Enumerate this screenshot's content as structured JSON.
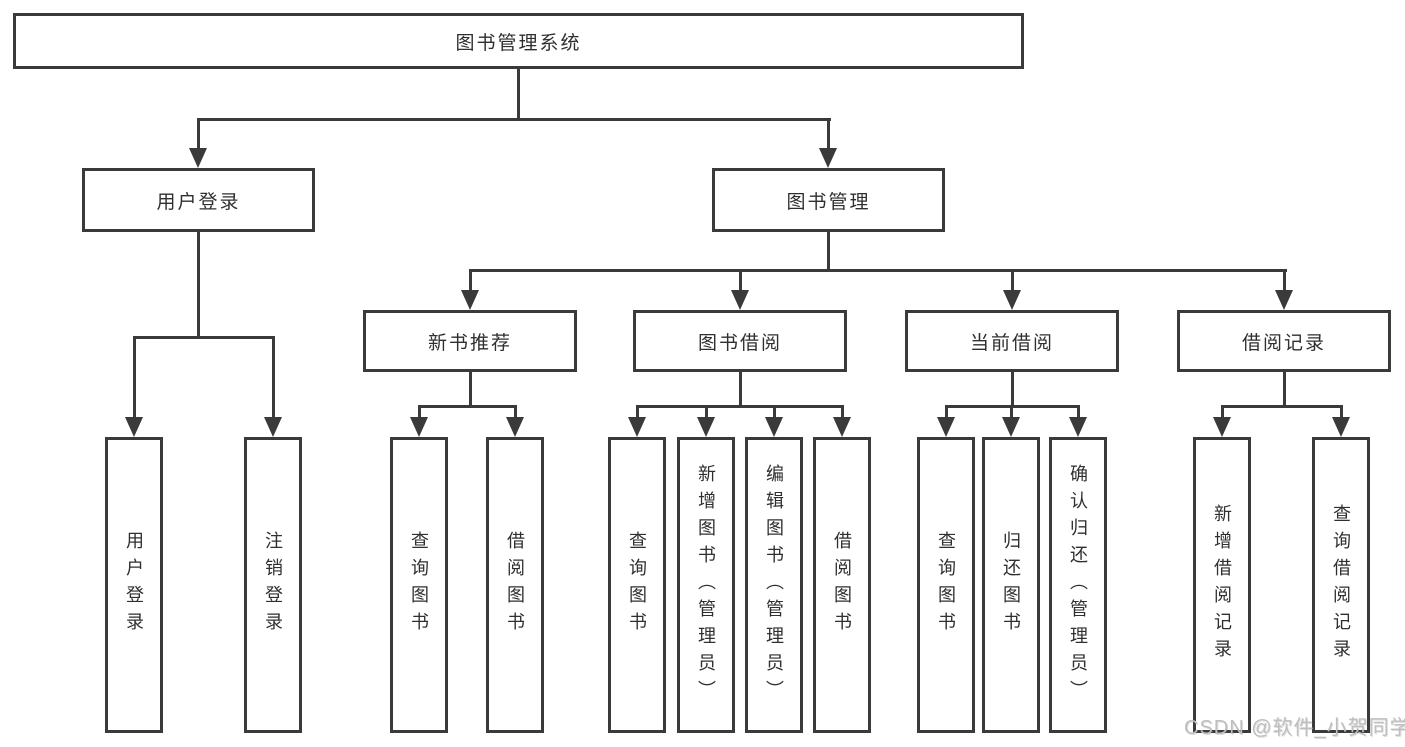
{
  "colors": {
    "line": "#3a3a3a",
    "text": "#2f2f2f",
    "box_background": "#ffffff",
    "watermark": "#bfbfbf"
  },
  "watermark": {
    "text": "CSDN @软件_小贺同学"
  },
  "tree": {
    "root": {
      "label": "图书管理系统"
    },
    "branches": [
      {
        "label": "用户登录",
        "children": [
          {
            "label": "用户登录"
          },
          {
            "label": "注销登录"
          }
        ]
      },
      {
        "label": "图书管理",
        "children": [
          {
            "label": "新书推荐",
            "children": [
              {
                "label": "查询图书"
              },
              {
                "label": "借阅图书"
              }
            ]
          },
          {
            "label": "图书借阅",
            "children": [
              {
                "label": "查询图书"
              },
              {
                "label": "新增图书（管理员）"
              },
              {
                "label": "编辑图书（管理员）"
              },
              {
                "label": "借阅图书"
              }
            ]
          },
          {
            "label": "当前借阅",
            "children": [
              {
                "label": "查询图书"
              },
              {
                "label": "归还图书"
              },
              {
                "label": "确认归还（管理员）"
              }
            ]
          },
          {
            "label": "借阅记录",
            "children": [
              {
                "label": "新增借阅记录"
              },
              {
                "label": "查询借阅记录"
              }
            ]
          }
        ]
      }
    ]
  }
}
